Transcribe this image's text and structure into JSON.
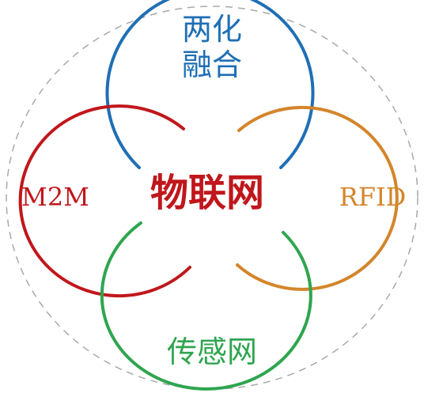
{
  "diagram": {
    "center": {
      "text": "物联网",
      "color": "#c0171c"
    },
    "top": {
      "line1": "两化",
      "line2": "融合",
      "color": "#1f6fb5"
    },
    "left": {
      "text": "M2M",
      "color": "#c0171c"
    },
    "right": {
      "text": "RFID",
      "color": "#d4852b"
    },
    "bottom": {
      "text": "传感网",
      "color": "#2fa54f"
    },
    "outline_color": "#a9a9a9"
  }
}
